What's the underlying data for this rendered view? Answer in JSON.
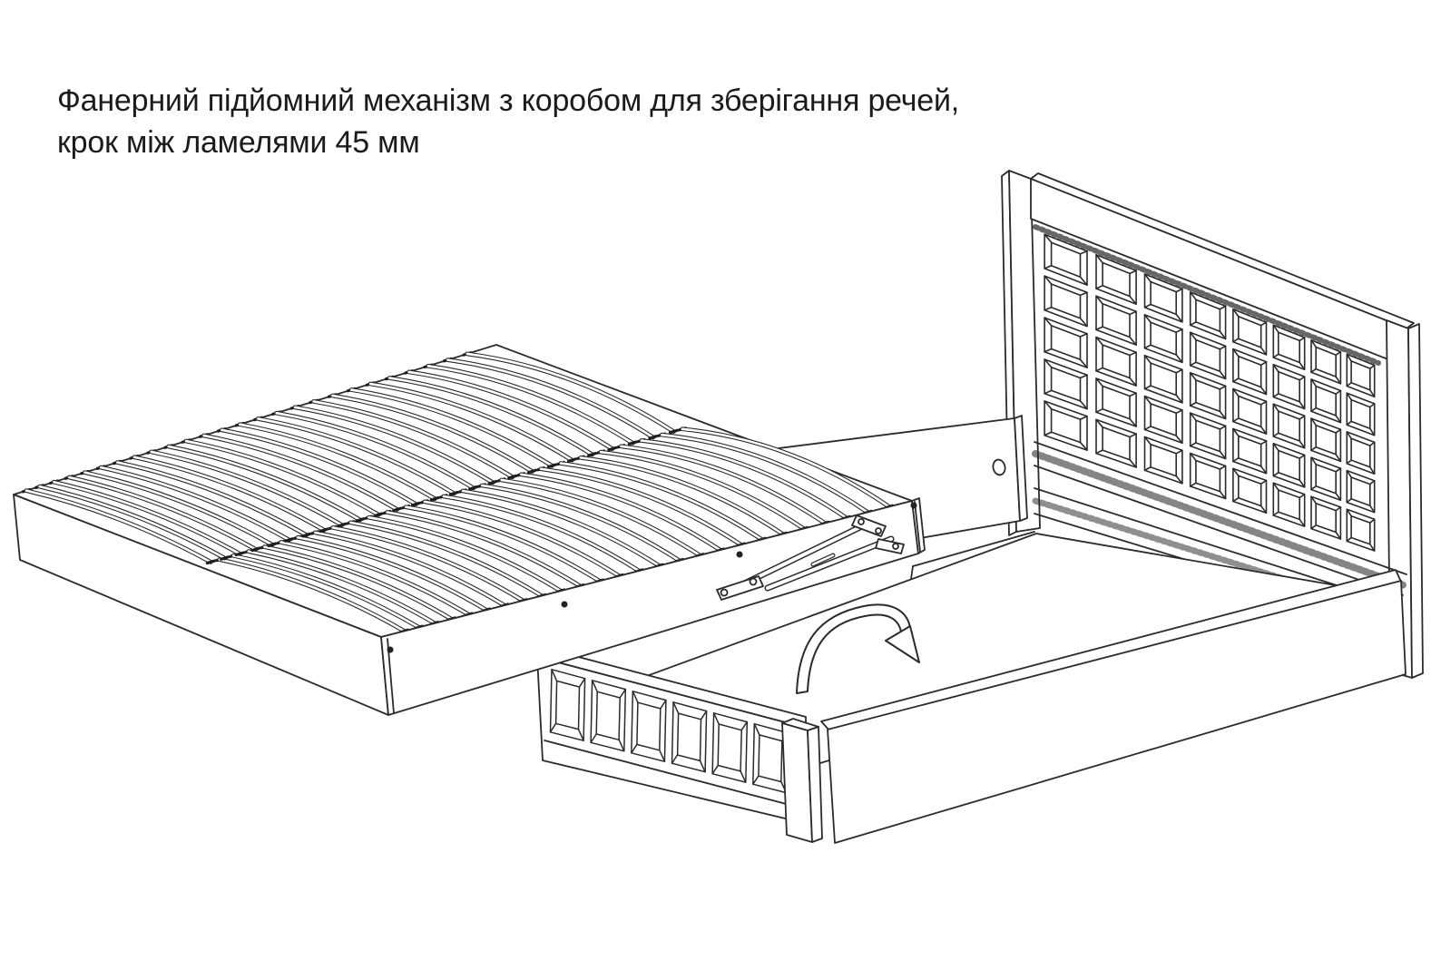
{
  "page": {
    "background": "#ffffff"
  },
  "caption": {
    "line1": "Фанерний підйомний механізм з коробом для зберігання речей,",
    "line2": "крок між ламелями 45 мм"
  },
  "style": {
    "line_color": "#2b2b2b",
    "dark_accent": "#1e1e1e",
    "text_color": "#1b1b1b",
    "background": "#ffffff"
  },
  "figure": {
    "kind": "technical-line-illustration",
    "icons": {
      "rotation_arrow": "curved-arrow-clockwise"
    },
    "slats": {
      "per_half": 26,
      "halves": 2
    },
    "headboard_grid": {
      "columns": 8,
      "rows": 5
    },
    "footboard_panels": 6
  }
}
